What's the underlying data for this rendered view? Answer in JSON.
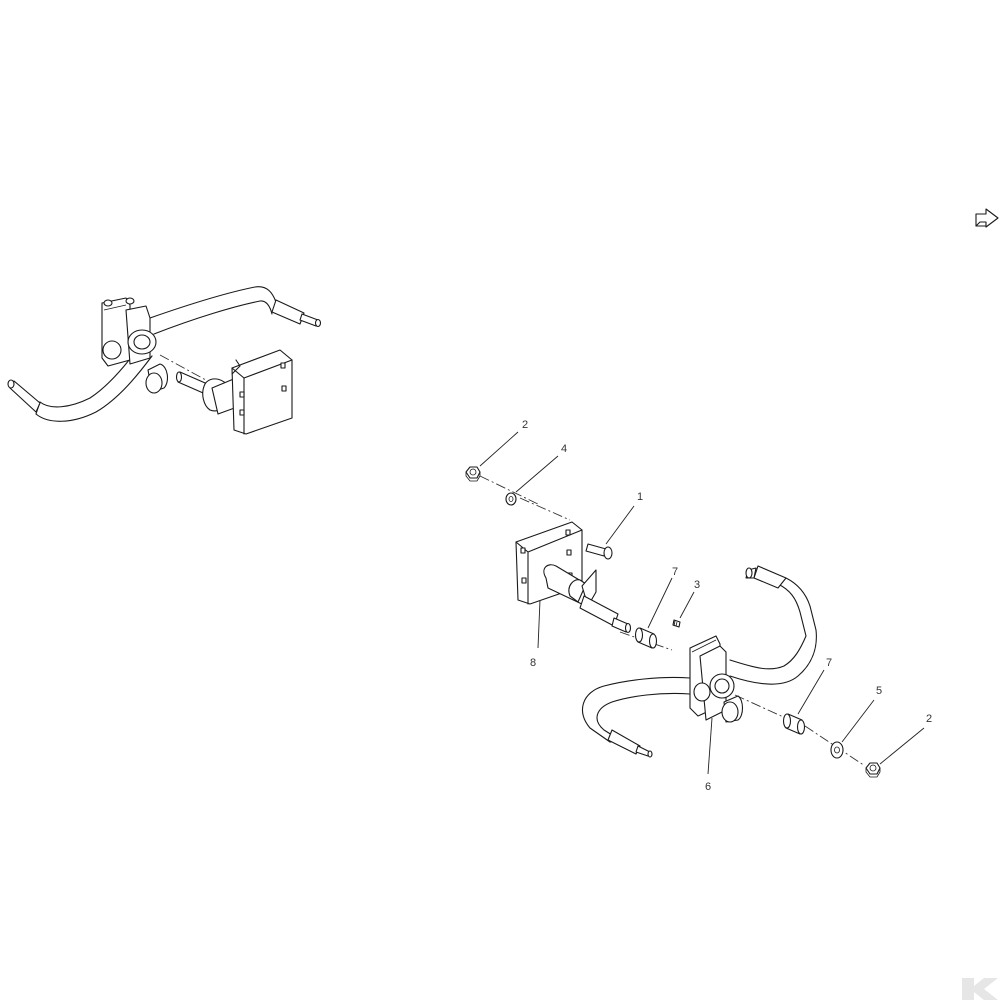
{
  "callouts": {
    "c1": "1",
    "c2a": "2",
    "c2b": "2",
    "c3": "3",
    "c4": "4",
    "c5": "5",
    "c6": "6",
    "c7a": "7",
    "c7b": "7",
    "c8": "8"
  },
  "watermark": {
    "letter": "K"
  },
  "colors": {
    "line": "#1a1a1a",
    "background": "#ffffff",
    "watermark": "#e6e6e6"
  },
  "icons": {
    "orientation": "arrow-icon"
  }
}
